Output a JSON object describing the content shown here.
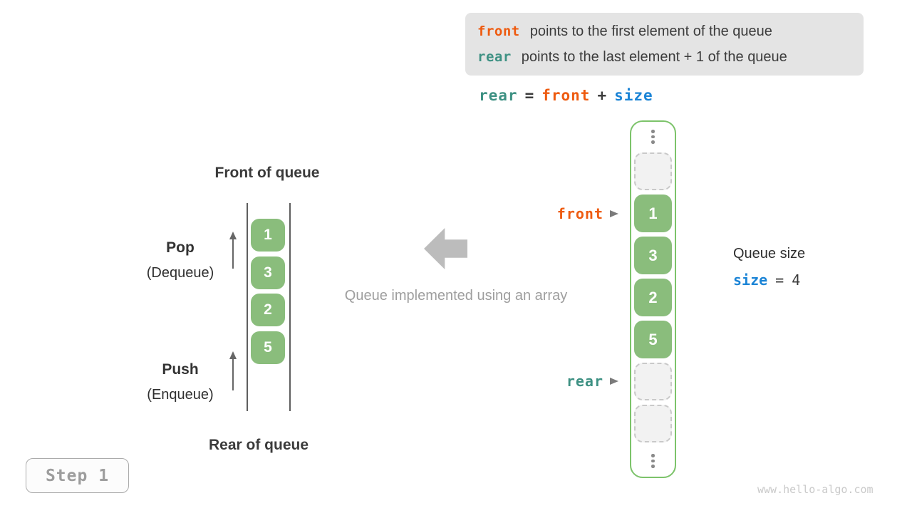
{
  "colors": {
    "orange": "#ee5b10",
    "teal": "#3e9183",
    "blue": "#1b84d6",
    "green_cell": "#8abd7c",
    "green_border": "#7cc36a",
    "info_bg": "#e4e4e4",
    "arrow_gray": "#bcbcbc"
  },
  "info_box": {
    "line1_term": "front",
    "line1_text": "points to the first element of the queue",
    "line2_term": "rear",
    "line2_text": "points to the last element + 1 of the queue"
  },
  "equation": {
    "lhs": "rear",
    "eq": "=",
    "mid": "front",
    "plus": "+",
    "rhs": "size"
  },
  "left_queue": {
    "title_top": "Front of queue",
    "title_bottom": "Rear of queue",
    "pop_label": "Pop",
    "pop_sub": "(Dequeue)",
    "push_label": "Push",
    "push_sub": "(Enqueue)",
    "values": [
      "1",
      "3",
      "2",
      "5"
    ]
  },
  "middle": {
    "caption": "Queue implemented using an array"
  },
  "array": {
    "cells": [
      {
        "type": "empty",
        "value": ""
      },
      {
        "type": "filled",
        "value": "1"
      },
      {
        "type": "filled",
        "value": "3"
      },
      {
        "type": "filled",
        "value": "2"
      },
      {
        "type": "filled",
        "value": "5"
      },
      {
        "type": "empty",
        "value": ""
      },
      {
        "type": "empty",
        "value": ""
      }
    ],
    "front_label": "front",
    "rear_label": "rear",
    "front_cell_index": 1,
    "rear_cell_index": 5
  },
  "size_info": {
    "title": "Queue size",
    "var": "size",
    "equals": "=",
    "value": "4"
  },
  "step_badge": {
    "label": "Step 1"
  },
  "watermark": "www.hello-algo.com"
}
